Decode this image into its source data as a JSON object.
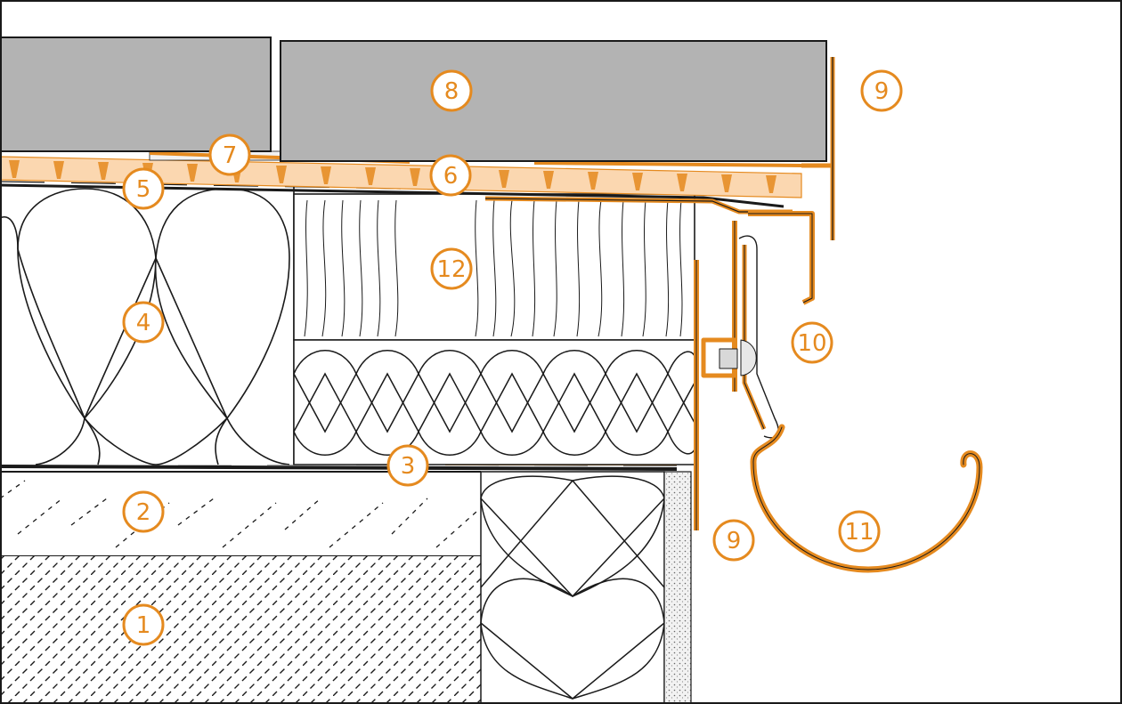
{
  "colors": {
    "orange": "#E58A1F",
    "outline": "#1a1a1a",
    "tile": "#B3B3B3",
    "drainage_mat": "#FBD7B0",
    "background": "#FFFFFF"
  },
  "callouts": [
    {
      "id": "1",
      "label": "1"
    },
    {
      "id": "2",
      "label": "2"
    },
    {
      "id": "3",
      "label": "3"
    },
    {
      "id": "4",
      "label": "4"
    },
    {
      "id": "5",
      "label": "5"
    },
    {
      "id": "6",
      "label": "6"
    },
    {
      "id": "7",
      "label": "7"
    },
    {
      "id": "8",
      "label": "8"
    },
    {
      "id": "9a",
      "label": "9"
    },
    {
      "id": "9b",
      "label": "9"
    },
    {
      "id": "10",
      "label": "10"
    },
    {
      "id": "11",
      "label": "11"
    },
    {
      "id": "12",
      "label": "12"
    }
  ]
}
